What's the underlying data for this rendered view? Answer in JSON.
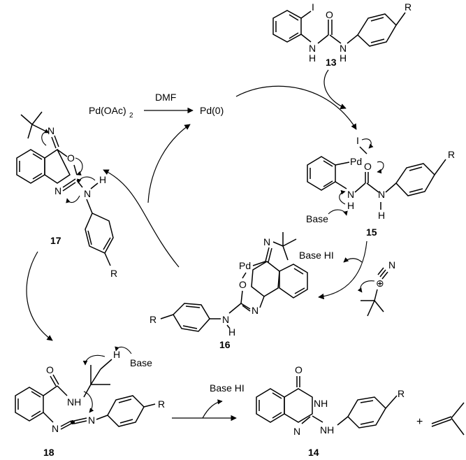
{
  "scheme": {
    "reagents": {
      "pd_source": "Pd(OAc)",
      "pd_source_sub": "2",
      "solvent": "DMF",
      "pd0": "Pd(0)",
      "base": "Base",
      "base_hi": "Base HI"
    },
    "compounds": {
      "c13": "13",
      "c14": "14",
      "c15": "15",
      "c16": "16",
      "c17": "17",
      "c18": "18"
    },
    "atoms": {
      "iodine": "I",
      "substituent_r": "R",
      "palladium": "Pd",
      "nitrogen": "N",
      "nh": "NH",
      "hydrogen": "H",
      "oxygen": "O",
      "plus": "+",
      "positive_charge": "⊕"
    }
  }
}
